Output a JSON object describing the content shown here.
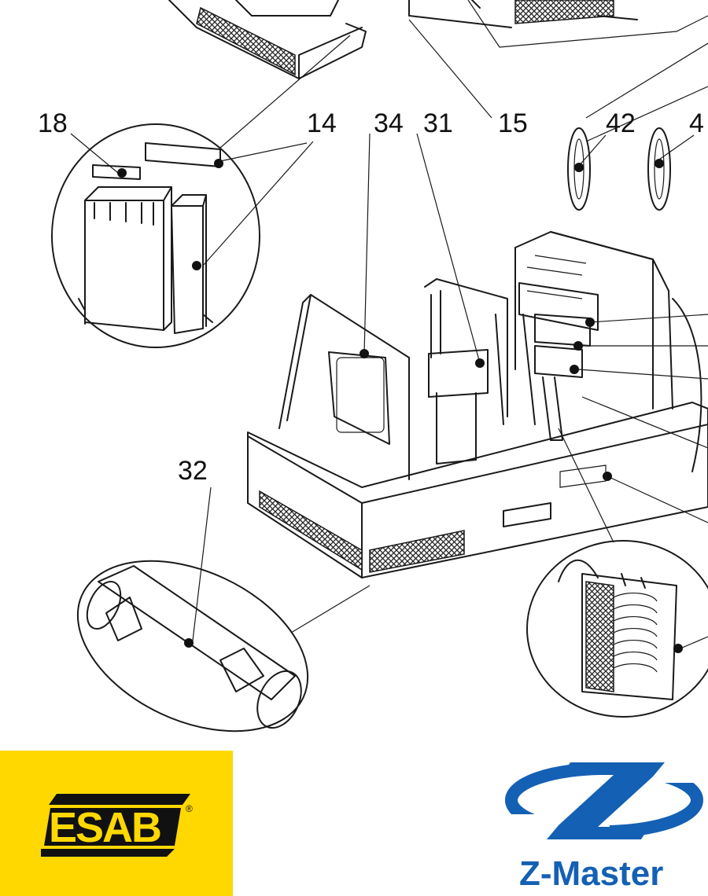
{
  "callouts": {
    "c18": "18",
    "c14": "14",
    "c34": "34",
    "c31": "31",
    "c15": "15",
    "c42": "42",
    "c4x": "4",
    "c32": "32"
  },
  "logos": {
    "esab_text": "ESAB",
    "esab_reg": "®",
    "zmaster_text": "Z-Master"
  },
  "colors": {
    "esab_yellow": "#ffd800",
    "zmaster_blue": "#1460b4"
  }
}
